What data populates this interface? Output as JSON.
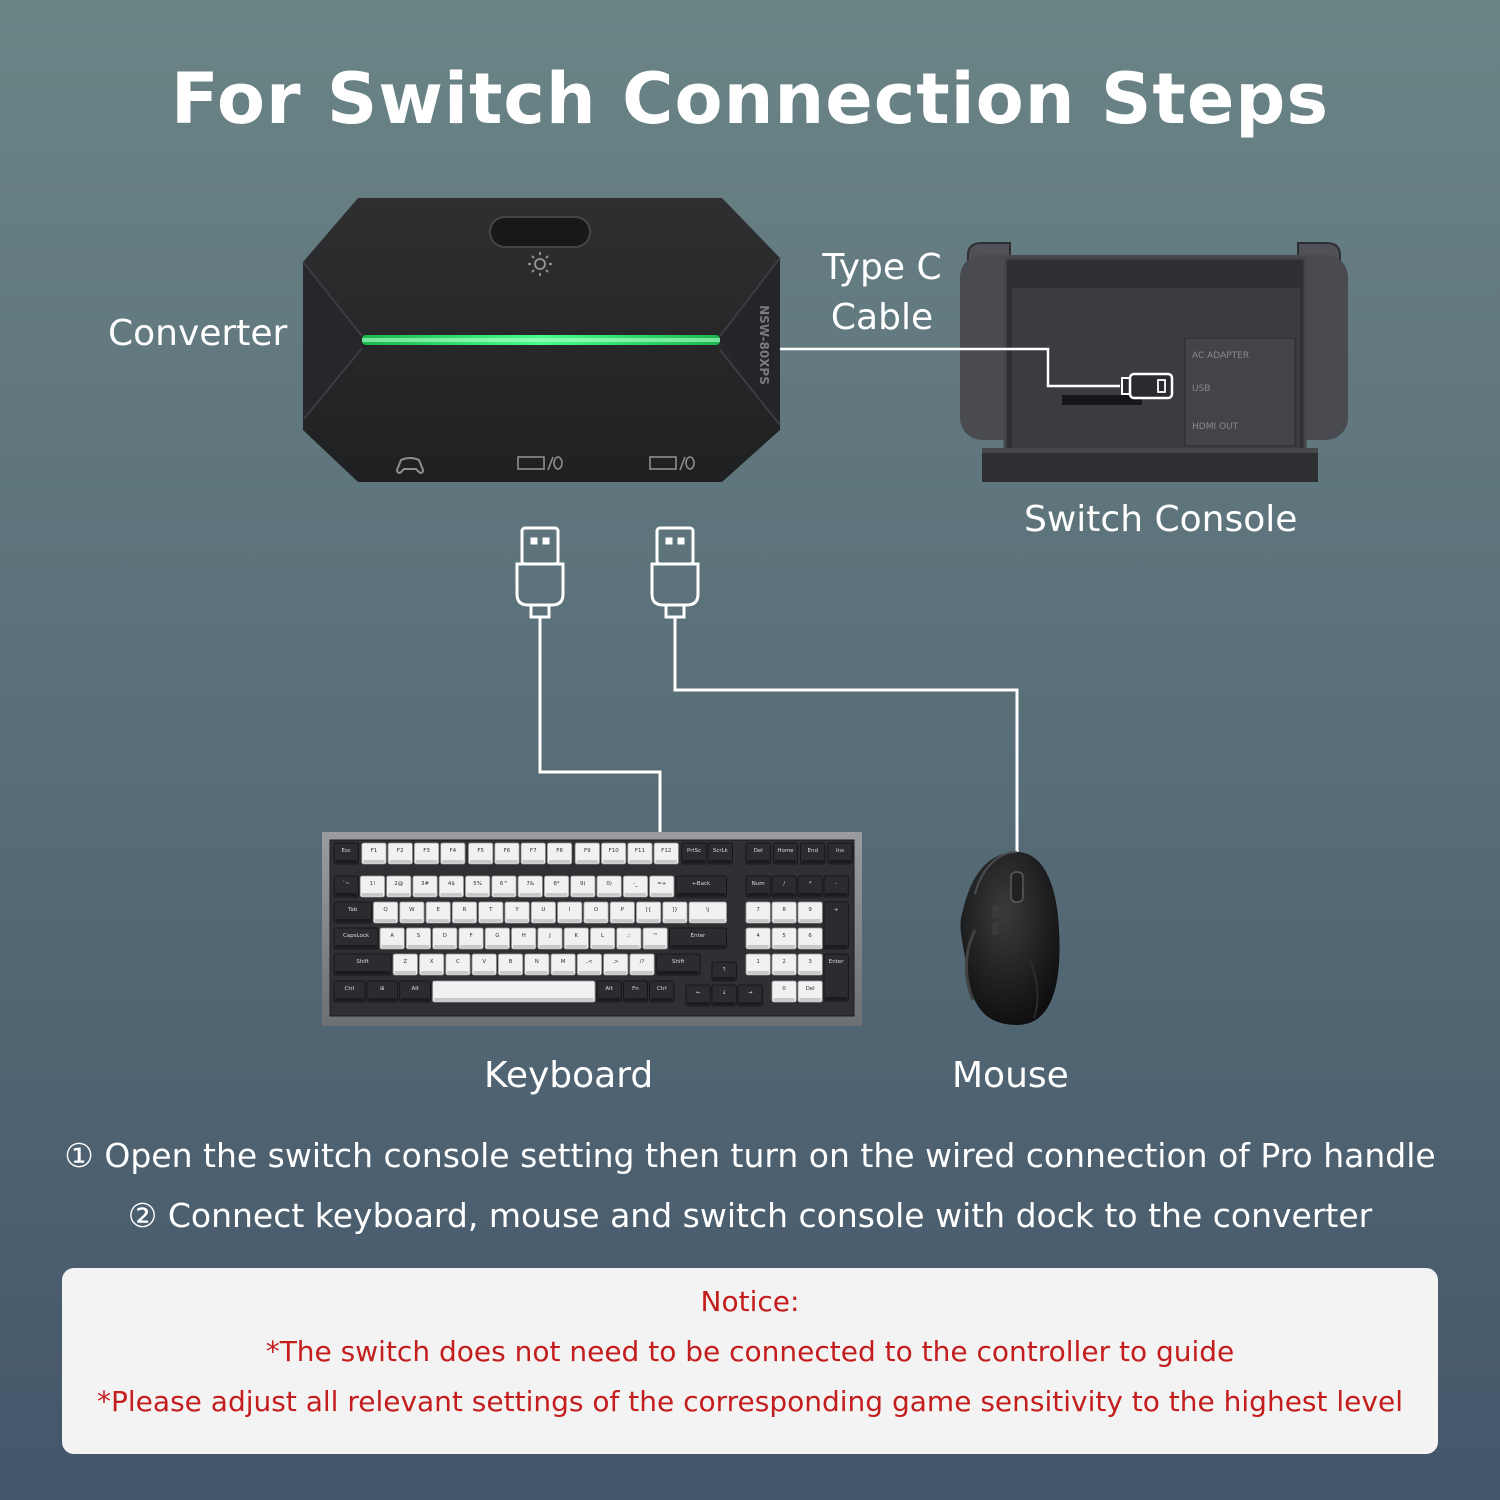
{
  "title": "For Switch Connection Steps",
  "labels": {
    "converter": "Converter",
    "type_c_line1": "Type C",
    "type_c_line2": "Cable",
    "switch_console": "Switch Console",
    "keyboard": "Keyboard",
    "mouse": "Mouse"
  },
  "steps": [
    "① Open the switch console setting then turn on the wired connection of Pro handle",
    "② Connect keyboard, mouse and switch console with dock to the converter"
  ],
  "notice": {
    "heading": "Notice:",
    "lines": [
      "*The switch does not need to be connected to the controller to guide",
      "*Please adjust all relevant settings of the corresponding game sensitivity to the highest level"
    ]
  },
  "converter_brand": "NSW-80XPS",
  "dock_labels": [
    "AC ADAPTER",
    "USB",
    "HDMI OUT"
  ],
  "keyboard_keys": {
    "fn_row": [
      "Esc",
      "F1",
      "F2",
      "F3",
      "F4",
      "F5",
      "F6",
      "F7",
      "F8",
      "F9",
      "F10",
      "F11",
      "F12",
      "PrtSc",
      "ScrLk"
    ],
    "nav": [
      "Del",
      "Home",
      "End",
      "Ins"
    ],
    "num_row": [
      "`~",
      "1!",
      "2@",
      "3#",
      "4$",
      "5%",
      "6^",
      "7&",
      "8*",
      "9(",
      "0)",
      "-_",
      "=+",
      "←Back"
    ],
    "qwerty": [
      "Tab",
      "Q",
      "W",
      "E",
      "R",
      "T",
      "Y",
      "U",
      "I",
      "O",
      "P",
      "[{",
      "]}",
      "\\|"
    ],
    "home": [
      "CapsLock",
      "A",
      "S",
      "D",
      "F",
      "G",
      "H",
      "J",
      "K",
      "L",
      ";:",
      "'\"",
      "Enter"
    ],
    "shift_row": [
      "Shift",
      "Z",
      "X",
      "C",
      "V",
      "B",
      "N",
      "M",
      ",<",
      ".>",
      "/?",
      "Shift"
    ],
    "bottom": [
      "Ctrl",
      "⊞",
      "Alt",
      "",
      "Alt",
      "Fn",
      "Ctrl"
    ],
    "numpad": [
      "Num",
      "/",
      "*",
      "-",
      "7",
      "8",
      "9",
      "+",
      "4",
      "5",
      "6",
      "1",
      "2",
      "3",
      "Enter",
      "0",
      "Del"
    ]
  },
  "colors": {
    "accent_green": "#2ce86a",
    "notice_text": "#c41d1d",
    "notice_bg": "#f3f3f3"
  },
  "icons": [
    "converter-device",
    "usb-a-connector",
    "usb-c-connector",
    "keyboard",
    "gaming-mouse",
    "switch-dock"
  ]
}
